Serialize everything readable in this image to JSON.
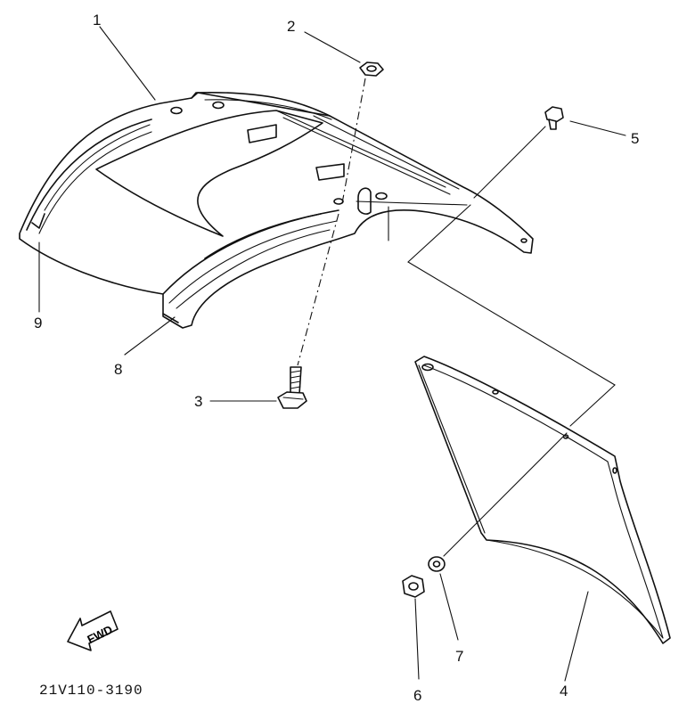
{
  "diagram": {
    "code": "21V110-3190",
    "forward_marker": "FWD",
    "callouts": [
      {
        "id": "c1",
        "label": "1"
      },
      {
        "id": "c2",
        "label": "2"
      },
      {
        "id": "c3",
        "label": "3"
      },
      {
        "id": "c4",
        "label": "4"
      },
      {
        "id": "c5",
        "label": "5"
      },
      {
        "id": "c6",
        "label": "6"
      },
      {
        "id": "c7",
        "label": "7"
      },
      {
        "id": "c8",
        "label": "8"
      },
      {
        "id": "c9",
        "label": "9"
      }
    ]
  },
  "colors": {
    "ink": "#111111",
    "paper": "#ffffff"
  }
}
